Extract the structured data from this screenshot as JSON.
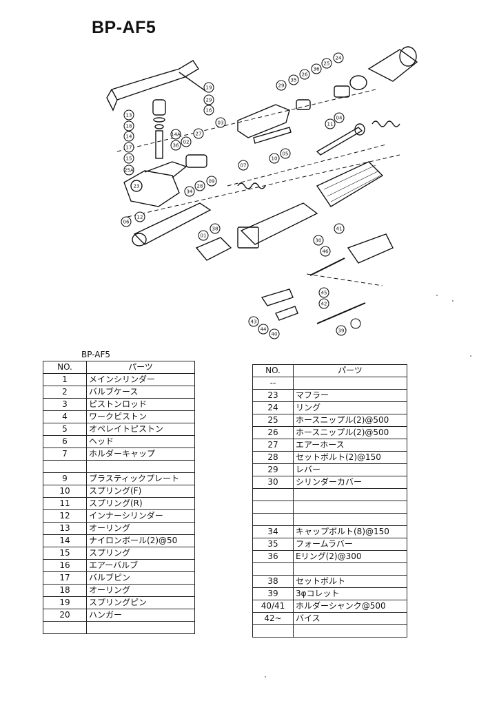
{
  "title": "BP-AF5",
  "table_title": "BP-AF5",
  "headers": {
    "no": "NO.",
    "parts": "パーツ"
  },
  "left_rows": [
    {
      "no": "1",
      "name": "メインシリンダー"
    },
    {
      "no": "2",
      "name": "バルブケース"
    },
    {
      "no": "3",
      "name": "ピストンロッド"
    },
    {
      "no": "4",
      "name": "ワークピストン"
    },
    {
      "no": "5",
      "name": "オペレイトピストン"
    },
    {
      "no": "6",
      "name": "ヘッド"
    },
    {
      "no": "7",
      "name": "ホルダーキャップ"
    },
    {
      "no": "",
      "name": ""
    },
    {
      "no": "9",
      "name": "プラスティックプレート"
    },
    {
      "no": "10",
      "name": "スプリング(F)"
    },
    {
      "no": "11",
      "name": "スプリング(R)"
    },
    {
      "no": "12",
      "name": "インナーシリンダー"
    },
    {
      "no": "13",
      "name": "オーリング"
    },
    {
      "no": "14",
      "name": "ナイロンボール(2)@50"
    },
    {
      "no": "15",
      "name": "スプリング"
    },
    {
      "no": "16",
      "name": "エアーバルブ"
    },
    {
      "no": "17",
      "name": "バルブピン"
    },
    {
      "no": "18",
      "name": "オーリング"
    },
    {
      "no": "19",
      "name": "スプリングピン"
    },
    {
      "no": "20",
      "name": "ハンガー"
    },
    {
      "no": "",
      "name": ""
    }
  ],
  "right_rows": [
    {
      "no": "--",
      "name": ""
    },
    {
      "no": "23",
      "name": "マフラー"
    },
    {
      "no": "24",
      "name": "リング"
    },
    {
      "no": "25",
      "name": "ホースニップル(2)@500"
    },
    {
      "no": "26",
      "name": "ホースニップル(2)@500"
    },
    {
      "no": "27",
      "name": "エアーホース"
    },
    {
      "no": "28",
      "name": "セットボルト(2)@150"
    },
    {
      "no": "29",
      "name": "レバー"
    },
    {
      "no": "30",
      "name": "シリンダーカバー"
    },
    {
      "no": "",
      "name": ""
    },
    {
      "no": "",
      "name": ""
    },
    {
      "no": "",
      "name": ""
    },
    {
      "no": "34",
      "name": "キャップボルト(8)@150"
    },
    {
      "no": "35",
      "name": "フォームラバー"
    },
    {
      "no": "36",
      "name": "Eリング(2)@300"
    },
    {
      "no": "",
      "name": ""
    },
    {
      "no": "38",
      "name": "セットボルト"
    },
    {
      "no": "39",
      "name": "3φコレット"
    },
    {
      "no": "40/41",
      "name": "ホルダーシャンク@500"
    },
    {
      "no": "42~",
      "name": "バイス"
    },
    {
      "no": "",
      "name": ""
    }
  ],
  "callouts": [
    "23",
    "24",
    "25",
    "36",
    "26",
    "35",
    "29",
    "19",
    "29",
    "16",
    "13",
    "18",
    "14",
    "14A",
    "17",
    "15",
    "25A",
    "02",
    "36",
    "27",
    "03",
    "11",
    "04",
    "05",
    "10",
    "07",
    "28",
    "34",
    "09",
    "12",
    "06",
    "38",
    "01",
    "30",
    "41",
    "46",
    "45",
    "42",
    "43",
    "44",
    "40",
    "39"
  ]
}
